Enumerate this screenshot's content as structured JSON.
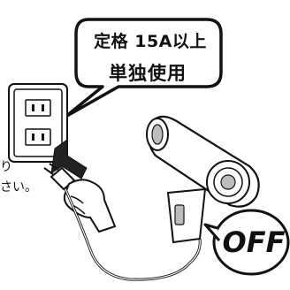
{
  "notice": {
    "line1": "定格 15A以上",
    "line2": "単独使用"
  },
  "off_label": "OFF",
  "cut_text": {
    "fragment1": "り",
    "fragment2": "さい。"
  },
  "colors": {
    "ink": "#111111",
    "shade": "#bdbdbd",
    "paper": "#ffffff"
  },
  "icons": [
    "outlet-icon",
    "plug-icon",
    "hand-icon",
    "hair-dryer-icon",
    "arrow-up-icon"
  ]
}
